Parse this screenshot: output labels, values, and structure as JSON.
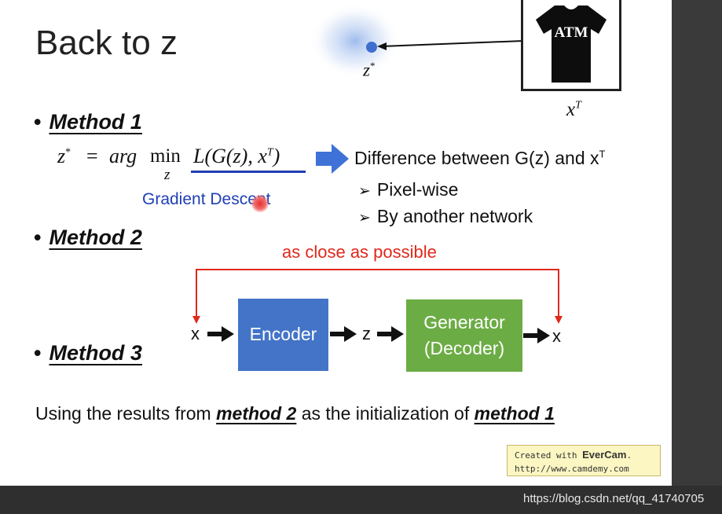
{
  "slide": {
    "title": "Back to z",
    "z_star_label": "z",
    "z_star_sup": "*",
    "xt_label": "x",
    "xt_sup": "T",
    "tshirt_logo": "ATM"
  },
  "method1": {
    "label": "Method 1",
    "formula": {
      "lhs": "z",
      "lhs_sup": "*",
      "equals": "=",
      "arg": "arg",
      "min": "min",
      "sub": "z",
      "loss": "L(G(z), x",
      "loss_sup": "T",
      "loss_close": ")"
    },
    "description": "Difference between G(z) and x",
    "description_sup": "T",
    "sub_items": [
      "Pixel-wise",
      "By another network"
    ],
    "gradient_label": "Gradient Descent"
  },
  "method2": {
    "label": "Method 2",
    "close_label": "as close as possible"
  },
  "method3": {
    "label": "Method 3"
  },
  "pipeline": {
    "input": "x",
    "encoder": "Encoder",
    "latent": "z",
    "generator_line1": "Generator",
    "generator_line2": "(Decoder)",
    "output": "x"
  },
  "conclusion": {
    "prefix": "Using the results from ",
    "m2": "method 2",
    "middle": " as the initialization of ",
    "m1": "method 1"
  },
  "watermark": {
    "line1_prefix": "Created with ",
    "brand": "EverCam",
    "line1_suffix": ".",
    "line2": "http://www.camdemy.com"
  },
  "footer": {
    "url": "https://blog.csdn.net/qq_41740705"
  },
  "colors": {
    "encoder": "#4374c8",
    "generator": "#6cac45",
    "red": "#e0281c",
    "blue": "#1f3fb5"
  }
}
